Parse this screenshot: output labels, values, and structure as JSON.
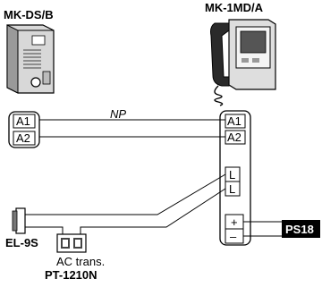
{
  "devices": {
    "door_station": {
      "label": "MK-DS/B",
      "icon": "door-station-icon"
    },
    "master_station": {
      "label": "MK-1MD/A",
      "icon": "video-intercom-handset-icon"
    },
    "door_release": {
      "label": "EL-9S",
      "icon": "electric-lock-icon"
    },
    "transformer": {
      "label_line1": "AC trans.",
      "label_line2": "PT-1210N",
      "icon": "ac-transformer-icon"
    },
    "power_supply": {
      "label": "PS18"
    }
  },
  "wiring": {
    "cable_label": "NP",
    "left_terminals": [
      "A1",
      "A2"
    ],
    "right_terminals": [
      "A1",
      "A2"
    ],
    "lock_terminals": [
      "L",
      "L"
    ],
    "power_terminals": [
      "+",
      "–"
    ]
  }
}
